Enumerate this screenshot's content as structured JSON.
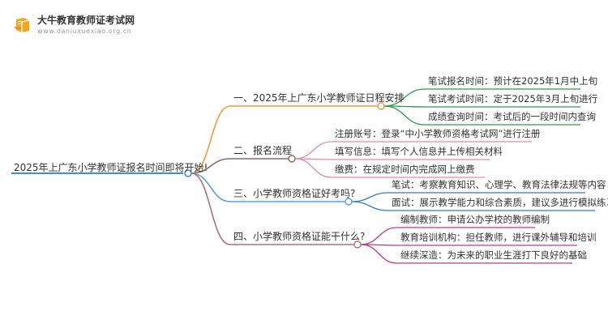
{
  "header": {
    "brand_name": "大牛教育教师证考试网",
    "brand_url": "www.daniuxuexiao.org.cn"
  },
  "colors": {
    "root": "#3f8fcf",
    "branch1": "#f09a3a",
    "branch2": "#8b6a5a",
    "branch3": "#5aa0d8",
    "branch4": "#b07080",
    "leaf1": "#2e9a4a",
    "leaf2": "#e58aa6",
    "leaf3": "#2f7fbf",
    "leaf4": "#b33f8a"
  },
  "mindmap": {
    "root": "2025年上广东小学教师证报名时间即将开始!",
    "branches": [
      {
        "label": "一、2025年上广东小学教师证日程安排",
        "children": [
          "笔试报名时间：预计在2025年1月中上旬",
          "笔试考试时间：定于2025年3月上旬进行",
          "成绩查询时间：考试后的一段时间内查询"
        ]
      },
      {
        "label": "二、报名流程",
        "children": [
          "注册账号：登录“中小学教师资格考试网”进行注册",
          "填写信息：填写个人信息并上传相关材料",
          "缴费：在规定时间内完成网上缴费"
        ]
      },
      {
        "label": "三、小学教师资格证好考吗?",
        "children": [
          "笔试：考察教育知识、心理学、教育法律法规等内容",
          "面试：展示教学能力和综合素质，建议多进行模拟练习"
        ]
      },
      {
        "label": "四、小学教师资格证能干什么?",
        "children": [
          "编制教师：申请公办学校的教师编制",
          "教育培训机构：担任教师，进行课外辅导和培训",
          "继续深造：为未来的职业生涯打下良好的基础"
        ]
      }
    ]
  }
}
